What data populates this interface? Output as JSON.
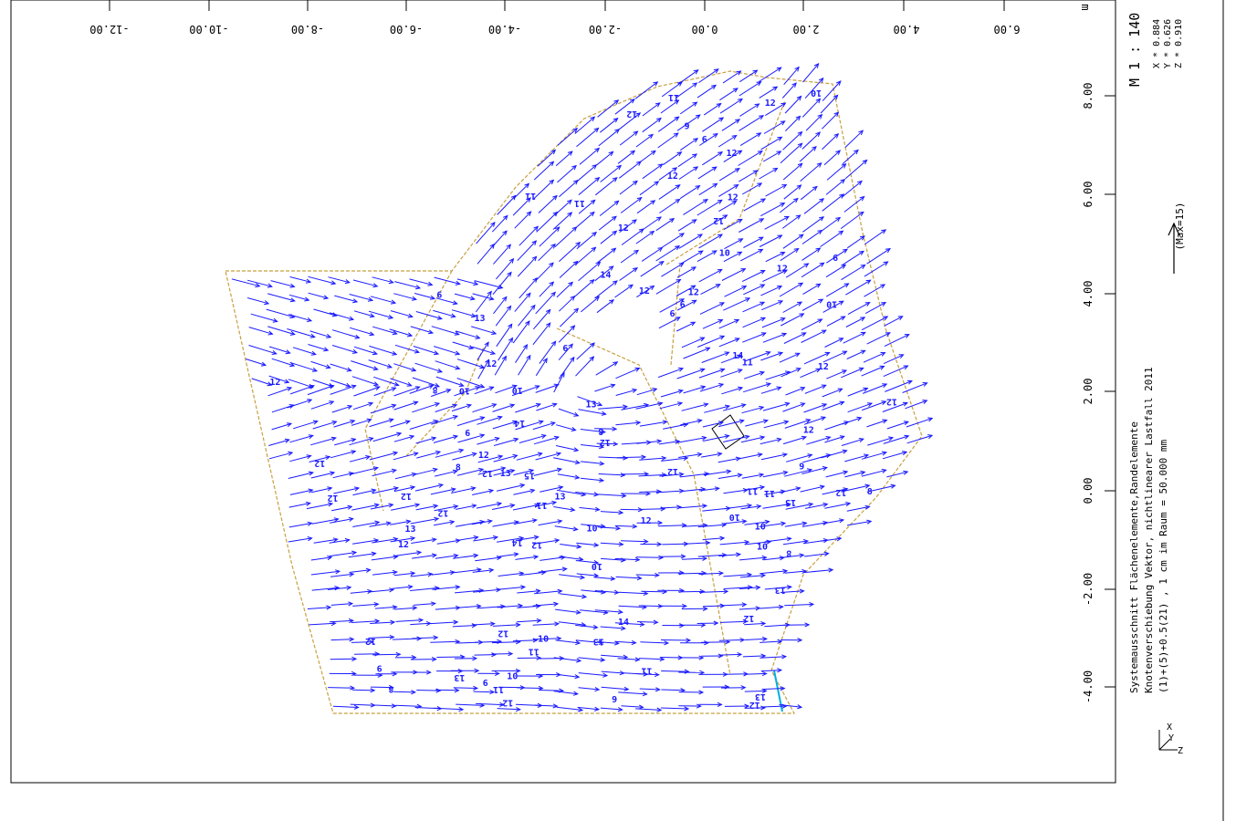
{
  "frame": {
    "unit": "m"
  },
  "x_axis_ticks": [
    "6.00",
    "4.00",
    "2.00",
    "0.00",
    "-2.00",
    "-4.00",
    "-6.00",
    "-8.00",
    "-10.00",
    "-12.00"
  ],
  "y_axis_ticks": [
    "8.00",
    "6.00",
    "4.00",
    "2.00",
    "0.00",
    "-2.00",
    "-4.00"
  ],
  "caption": {
    "line1": "Systemausschnitt Flächenelemente,Randelemente",
    "line2": "Knotenverschiebung Vektor, nichtlinearer Lastfall 2011",
    "line3": "(1)+(5)+0.5(21)    , 1 cm im Raum =  50.000 mm"
  },
  "legend": {
    "max_label": "(Max=15)"
  },
  "scale": {
    "ratio": "M 1 : 140",
    "x_factor": "X * 0.884",
    "y_factor": "Y * 0.626",
    "z_factor": "Z * 0.910"
  },
  "axes_triad": {
    "x": "X",
    "y": "Y",
    "z": "Z"
  },
  "colors": {
    "vectors": "#1a1aff",
    "boundary": "#c8a040",
    "frame": "#000000",
    "highlight": "#00b0e0"
  },
  "vector_labels": [
    "15",
    "14",
    "14",
    "14",
    "14",
    "14",
    "13",
    "13",
    "13",
    "13",
    "13",
    "13",
    "13",
    "13",
    "13",
    "13",
    "12",
    "12",
    "12",
    "12",
    "12",
    "12",
    "12",
    "12",
    "12",
    "12",
    "12",
    "12",
    "12",
    "12",
    "12",
    "12",
    "12",
    "12",
    "12",
    "12",
    "12",
    "12",
    "12",
    "12",
    "12",
    "12",
    "12",
    "12",
    "12",
    "12",
    "12",
    "12",
    "11",
    "11",
    "11",
    "11",
    "11",
    "11",
    "11",
    "11",
    "11",
    "11",
    "10",
    "10",
    "10",
    "10",
    "10",
    "10",
    "10",
    "10",
    "10",
    "10",
    "10",
    "10",
    "9",
    "9",
    "9",
    "9",
    "9",
    "9",
    "9",
    "9",
    "9",
    "9",
    "9",
    "9",
    "8",
    "8",
    "8",
    "8",
    "8",
    "8"
  ]
}
